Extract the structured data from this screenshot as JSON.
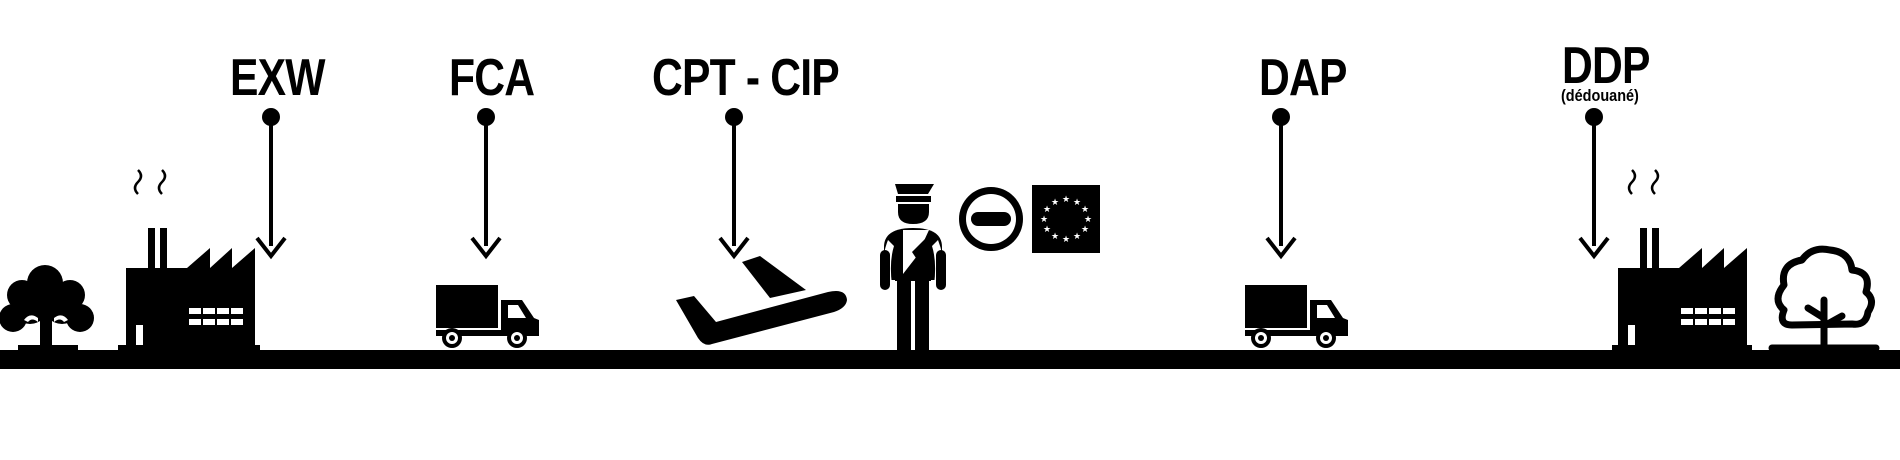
{
  "terms": {
    "exw": "EXW",
    "fca": "FCA",
    "cpt_cip": "CPT - CIP",
    "dap": "DAP",
    "ddp": "DDP",
    "ddp_sub": "(dédouané)"
  },
  "colors": {
    "ink": "#000000",
    "background": "#ffffff"
  },
  "icons": [
    "tree-icon",
    "factory-icon",
    "truck-icon",
    "airplane-icon",
    "customs-officer-icon",
    "no-entry-icon",
    "eu-flag-icon",
    "truck-icon",
    "factory-icon",
    "tree-icon"
  ]
}
